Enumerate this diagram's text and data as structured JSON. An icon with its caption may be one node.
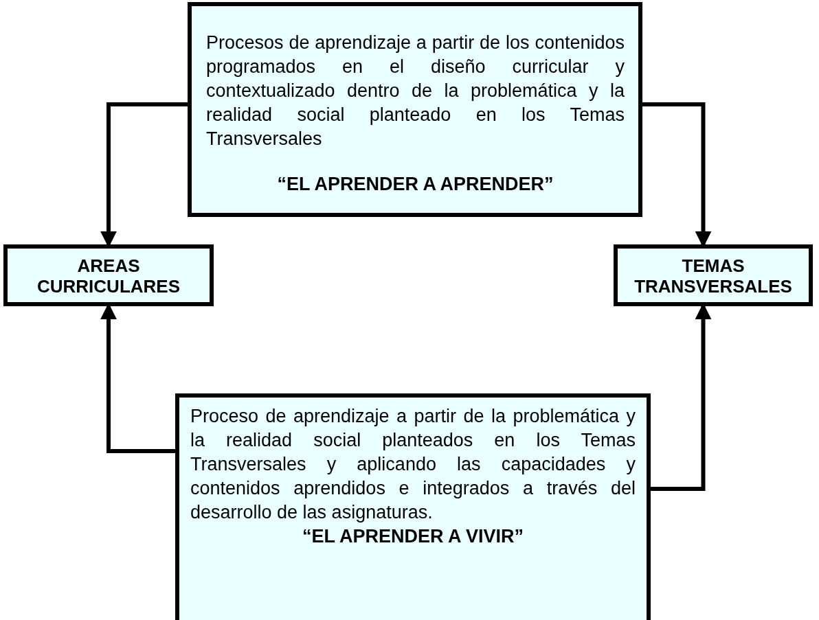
{
  "diagram": {
    "nodes": [
      {
        "text": [
          "Procesos de aprendizaje a partir de los contenidos programados en el diseño curricular y contextualizado dentro de la problemática y la realidad social planteado en los Temas Transversales",
          "“EL APRENDER A APRENDER”"
        ]
      },
      {
        "text": [
          "AREAS CURRICULARES"
        ]
      },
      {
        "text": [
          "TEMAS TRANSVERSALES"
        ]
      },
      {
        "text": [
          "Proceso de aprendizaje a partir de la problemática y la realidad social planteados en los Temas Transversales y aplicando las capacidades y contenidos aprendidos e integrados a través del desarrollo de las asignaturas.",
          "“EL APRENDER A VIVIR”"
        ]
      }
    ],
    "edges": [
      {
        "from": 0,
        "to": 1,
        "arrow": "to"
      },
      {
        "from": 0,
        "to": 2,
        "arrow": "to"
      },
      {
        "from": 3,
        "to": 1,
        "arrow": "to"
      },
      {
        "from": 3,
        "to": 2,
        "arrow": "to"
      }
    ]
  }
}
